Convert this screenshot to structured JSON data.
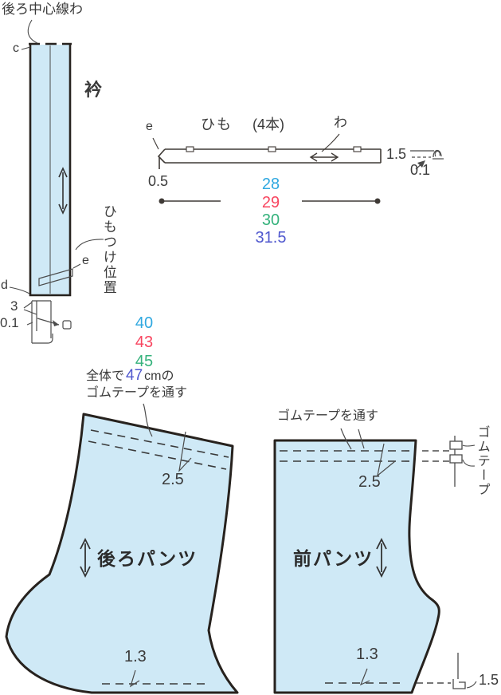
{
  "colors": {
    "piece_fill": "#cfe9f6",
    "piece_outline": "#27221e",
    "thin_line": "#4b4b4b",
    "size_s_cyan": "#2fa8e0",
    "size_m_red": "#f8455f",
    "size_l_green": "#35b27c",
    "size_xl_violet": "#5058ce"
  },
  "collar": {
    "fold_label": "後ろ中心線わ",
    "point_c": "c",
    "name": "衿",
    "attach_label": "ひもつけ位置",
    "attach_point": "e",
    "point_d": "d",
    "end_fold": "3",
    "end_stitch": "0.1"
  },
  "tie": {
    "title": "ひも",
    "count": "(4本)",
    "point_e": "e",
    "tip": "0.5",
    "fold_mark": "わ",
    "width": "1.5",
    "stitch": "0.1",
    "lengths": [
      "28",
      "29",
      "30",
      "31.5"
    ]
  },
  "waist": {
    "sizes": [
      "40",
      "43",
      "45"
    ],
    "note_prefix": "全体で",
    "note_value": "47",
    "note_suffix": "cmの",
    "note_line2": "ゴムテープを通す"
  },
  "back_pants": {
    "name": "後ろパンツ",
    "casing_width": "2.5",
    "hem": "1.3"
  },
  "front_pants": {
    "name": "前パンツ",
    "elastic_note": "ゴムテープを通す",
    "casing_width": "2.5",
    "hem": "1.3",
    "tape_label": "ゴムテープ",
    "hem_fold": "1.5"
  }
}
